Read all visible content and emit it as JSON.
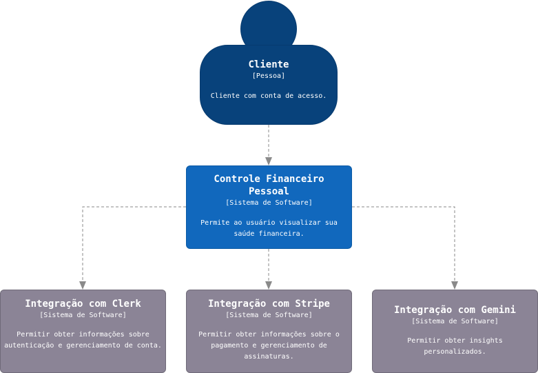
{
  "nodes": {
    "cliente": {
      "title": "Cliente",
      "type": "[Pessoa]",
      "desc": "Cliente com conta de acesso."
    },
    "controle": {
      "title": "Controle Financeiro Pessoal",
      "type": "[Sistema de Software]",
      "desc": "Permite ao usuário visualizar sua saúde financeira."
    },
    "clerk": {
      "title": "Integração com Clerk",
      "type": "[Sistema de Software]",
      "desc": "Permitir obter informações sobre autenticação e gerenciamento de conta."
    },
    "stripe": {
      "title": "Integração com Stripe",
      "type": "[Sistema de Software]",
      "desc": "Permitir obter informações sobre o pagamento e gerenciamento de assinaturas."
    },
    "gemini": {
      "title": "Integração com Gemini",
      "type": "[Sistema de Software]",
      "desc": "Permitir obter insights personalizados."
    }
  },
  "colors": {
    "person": "#08427b",
    "system": "#1168bd",
    "external": "#8b8496",
    "edge": "#8a8a8a"
  }
}
